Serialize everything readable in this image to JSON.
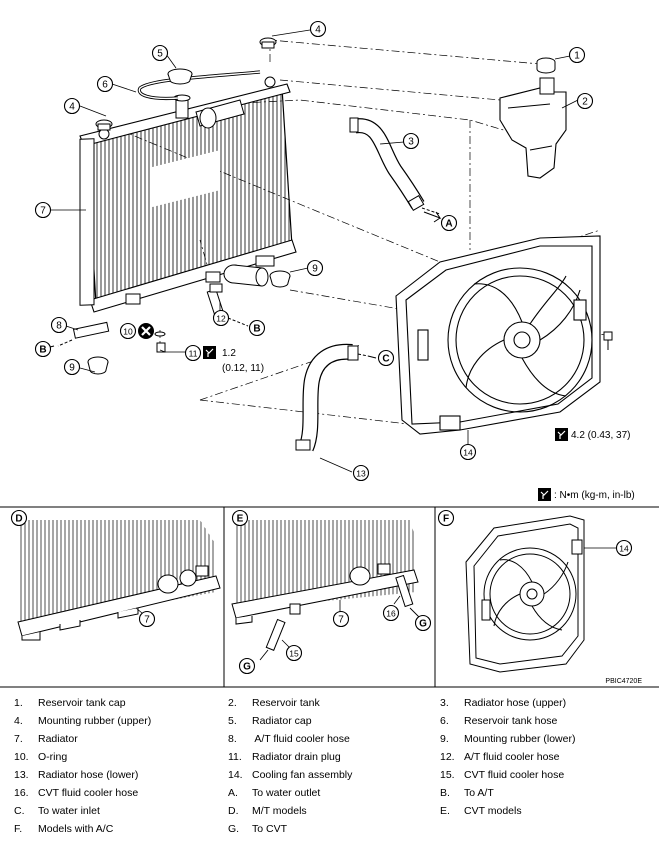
{
  "callouts": [
    "1",
    "2",
    "3",
    "4",
    "5",
    "6",
    "7",
    "8",
    "9",
    "10",
    "11",
    "12",
    "13",
    "14",
    "15",
    "16"
  ],
  "letters": {
    "A": "A",
    "B": "B",
    "C": "C",
    "D": "D",
    "E": "E",
    "F": "F",
    "G": "G"
  },
  "torque": {
    "drain_plug": "1.2",
    "drain_plug_alt": "(0.12, 11)",
    "fan_bolt": "4.2 (0.43, 37)",
    "unit_note": ": N•m (kg-m, in-lb)"
  },
  "figure_code": "PBIC4720E",
  "legend": [
    {
      "key": "1.",
      "label": "Reservoir tank cap"
    },
    {
      "key": "2.",
      "label": "Reservoir tank"
    },
    {
      "key": "3.",
      "label": "Radiator hose (upper)"
    },
    {
      "key": "4.",
      "label": "Mounting rubber (upper)"
    },
    {
      "key": "5.",
      "label": "Radiator cap"
    },
    {
      "key": "6.",
      "label": "Reservoir tank hose"
    },
    {
      "key": "7.",
      "label": "Radiator"
    },
    {
      "key": "8.",
      "label": " A/T fluid cooler hose"
    },
    {
      "key": "9.",
      "label": "Mounting rubber (lower)"
    },
    {
      "key": "10.",
      "label": "O-ring"
    },
    {
      "key": "11.",
      "label": "Radiator drain plug"
    },
    {
      "key": "12.",
      "label": "A/T fluid cooler hose"
    },
    {
      "key": "13.",
      "label": "Radiator hose (lower)"
    },
    {
      "key": "14.",
      "label": "Cooling fan assembly"
    },
    {
      "key": "15.",
      "label": "CVT fluid cooler hose"
    },
    {
      "key": "16.",
      "label": "CVT fluid cooler hose"
    },
    {
      "key": "A.",
      "label": "To water outlet"
    },
    {
      "key": "B.",
      "label": "To A/T"
    },
    {
      "key": "C.",
      "label": "To water inlet"
    },
    {
      "key": "D.",
      "label": "M/T models"
    },
    {
      "key": "E.",
      "label": "CVT models"
    },
    {
      "key": "F.",
      "label": "Models with A/C"
    },
    {
      "key": "G.",
      "label": "To CVT"
    }
  ]
}
